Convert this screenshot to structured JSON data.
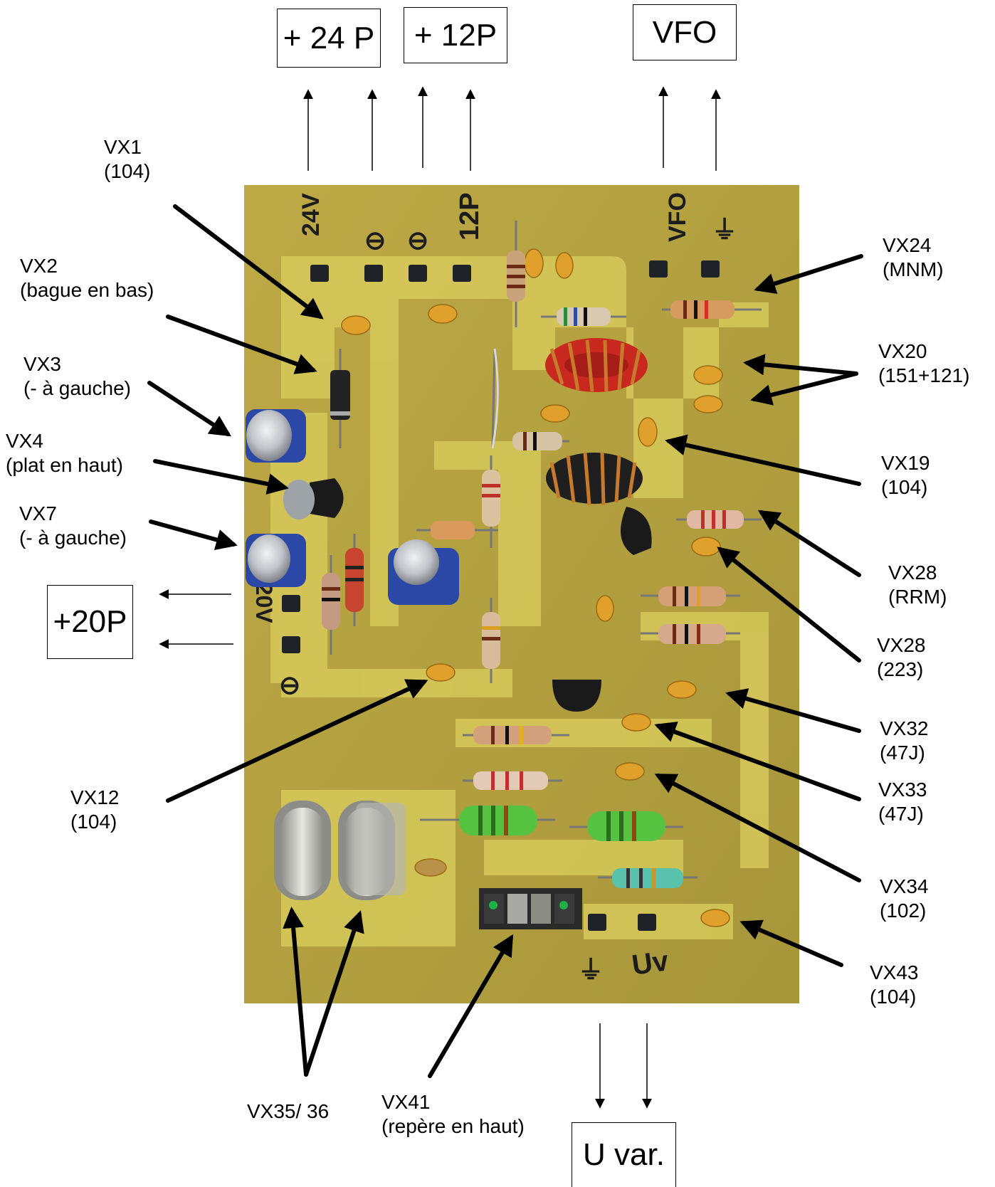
{
  "connectors": {
    "top_24p": "+ 24 P",
    "top_12p": "+ 12P",
    "top_vfo": "VFO",
    "left_20p": "+20P",
    "bottom_uvar": "U var."
  },
  "labels": {
    "vx1": [
      "VX1",
      "(104)"
    ],
    "vx2": [
      "VX2",
      "(bague en bas)"
    ],
    "vx3": [
      "VX3",
      "(- à gauche)"
    ],
    "vx4": [
      "VX4",
      "(plat en haut)"
    ],
    "vx7": [
      "VX7",
      "(- à gauche)"
    ],
    "vx12": [
      "VX12",
      "(104)"
    ],
    "vx35_36": [
      "VX35/ 36"
    ],
    "vx41": [
      "VX41",
      "(repère en haut)"
    ],
    "vx24": [
      "VX24",
      "(MNM)"
    ],
    "vx20": [
      "VX20",
      "(151+121)"
    ],
    "vx19": [
      "VX19",
      "(104)"
    ],
    "vx28a": [
      "VX28",
      "(RRM)"
    ],
    "vx28b": [
      "VX28",
      "(223)"
    ],
    "vx32": [
      "VX32",
      "(47J)"
    ],
    "vx33": [
      "VX33",
      "(47J)"
    ],
    "vx34": [
      "VX34",
      "(102)"
    ],
    "vx43": [
      "VX43",
      "(104)"
    ]
  },
  "board_markings": {
    "v24": "24V",
    "v12": "12P",
    "vfo": "VFO",
    "v20": "+20V",
    "uv": "Uv",
    "ground": "⏚",
    "minus": "⊖"
  },
  "colors": {
    "pcb": "#b5a33e",
    "copper": "#d8cc5a",
    "background": "#ffffff"
  }
}
